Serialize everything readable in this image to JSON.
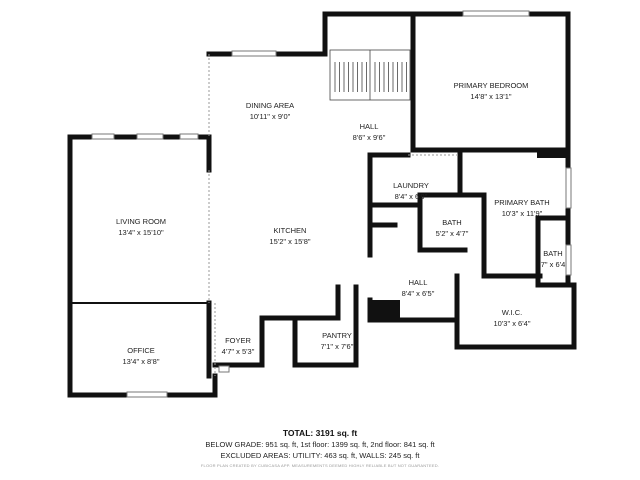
{
  "rooms": {
    "primary_bedroom": {
      "name": "PRIMARY BEDROOM",
      "dim": "14'8\" x 13'1\""
    },
    "dining": {
      "name": "DINING AREA",
      "dim": "10'11\" x 9'0\""
    },
    "hall_top": {
      "name": "HALL",
      "dim": "8'6\" x 9'6\""
    },
    "living": {
      "name": "LIVING ROOM",
      "dim": "13'4\" x 15'10\""
    },
    "kitchen": {
      "name": "KITCHEN",
      "dim": "15'2\" x 15'8\""
    },
    "laundry": {
      "name": "LAUNDRY",
      "dim": "8'4\" x 6'9\""
    },
    "bath": {
      "name": "BATH",
      "dim": "5'2\" x 4'7\""
    },
    "primary_bath": {
      "name": "PRIMARY BATH",
      "dim": "10'3\" x 11'9\""
    },
    "bath_small": {
      "name": "BATH",
      "dim": "7\" x 6'4"
    },
    "hall_mid": {
      "name": "HALL",
      "dim": "8'4\" x 6'5\""
    },
    "wic": {
      "name": "W.I.C.",
      "dim": "10'3\" x 6'4\""
    },
    "office": {
      "name": "OFFICE",
      "dim": "13'4\" x 8'8\""
    },
    "foyer": {
      "name": "FOYER",
      "dim": "4'7\" x 5'3\""
    },
    "pantry": {
      "name": "PANTRY",
      "dim": "7'1\" x 7'6\""
    }
  },
  "footer": {
    "total": "TOTAL: 3191 sq. ft",
    "grades": "BELOW GRADE: 951 sq. ft, 1st floor: 1399 sq. ft, 2nd floor: 841 sq. ft",
    "excluded": "EXCLUDED AREAS: UTILITY: 463 sq. ft, WALLS: 245 sq. ft",
    "disclaimer": "FLOOR PLAN CREATED BY CUBICASA APP. MEASUREMENTS DEEMED HIGHLY RELIABLE BUT NOT GUARANTEED."
  }
}
